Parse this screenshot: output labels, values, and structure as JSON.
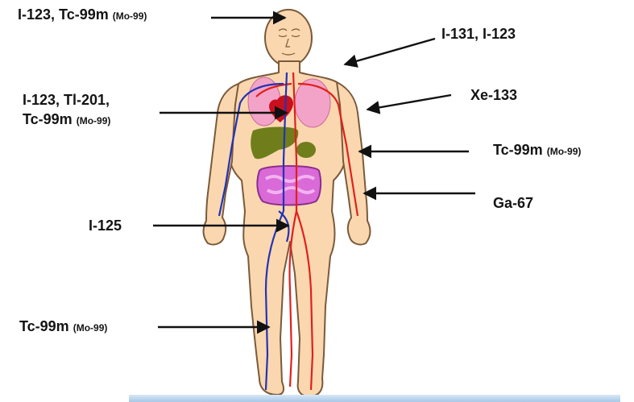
{
  "labels": {
    "head": {
      "main": "I-123, Tc-99m ",
      "sub": "(Mo-99)"
    },
    "thyroid": {
      "main": "I-131, I-123"
    },
    "heart": {
      "line1": "I-123, Tl-201,",
      "line2": "Tc-99m ",
      "sub": "(Mo-99)"
    },
    "lungs": {
      "main": "Xe-133"
    },
    "arm": {
      "main": "Tc-99m ",
      "sub": "(Mo-99)"
    },
    "hand": {
      "main": "Ga-67"
    },
    "pelvis": {
      "main": "I-125"
    },
    "leg": {
      "main": "Tc-99m ",
      "sub": "(Mo-99)"
    }
  },
  "colors": {
    "skin": "#fbd7b0",
    "skin_outline": "#7a5a3a",
    "artery": "#e0201c",
    "vein": "#2233b5",
    "lungs": "#f4a3c8",
    "heart": "#c8101e",
    "liver": "#6f7e1a",
    "intestine": "#d96ad8",
    "arrow": "#111111"
  }
}
